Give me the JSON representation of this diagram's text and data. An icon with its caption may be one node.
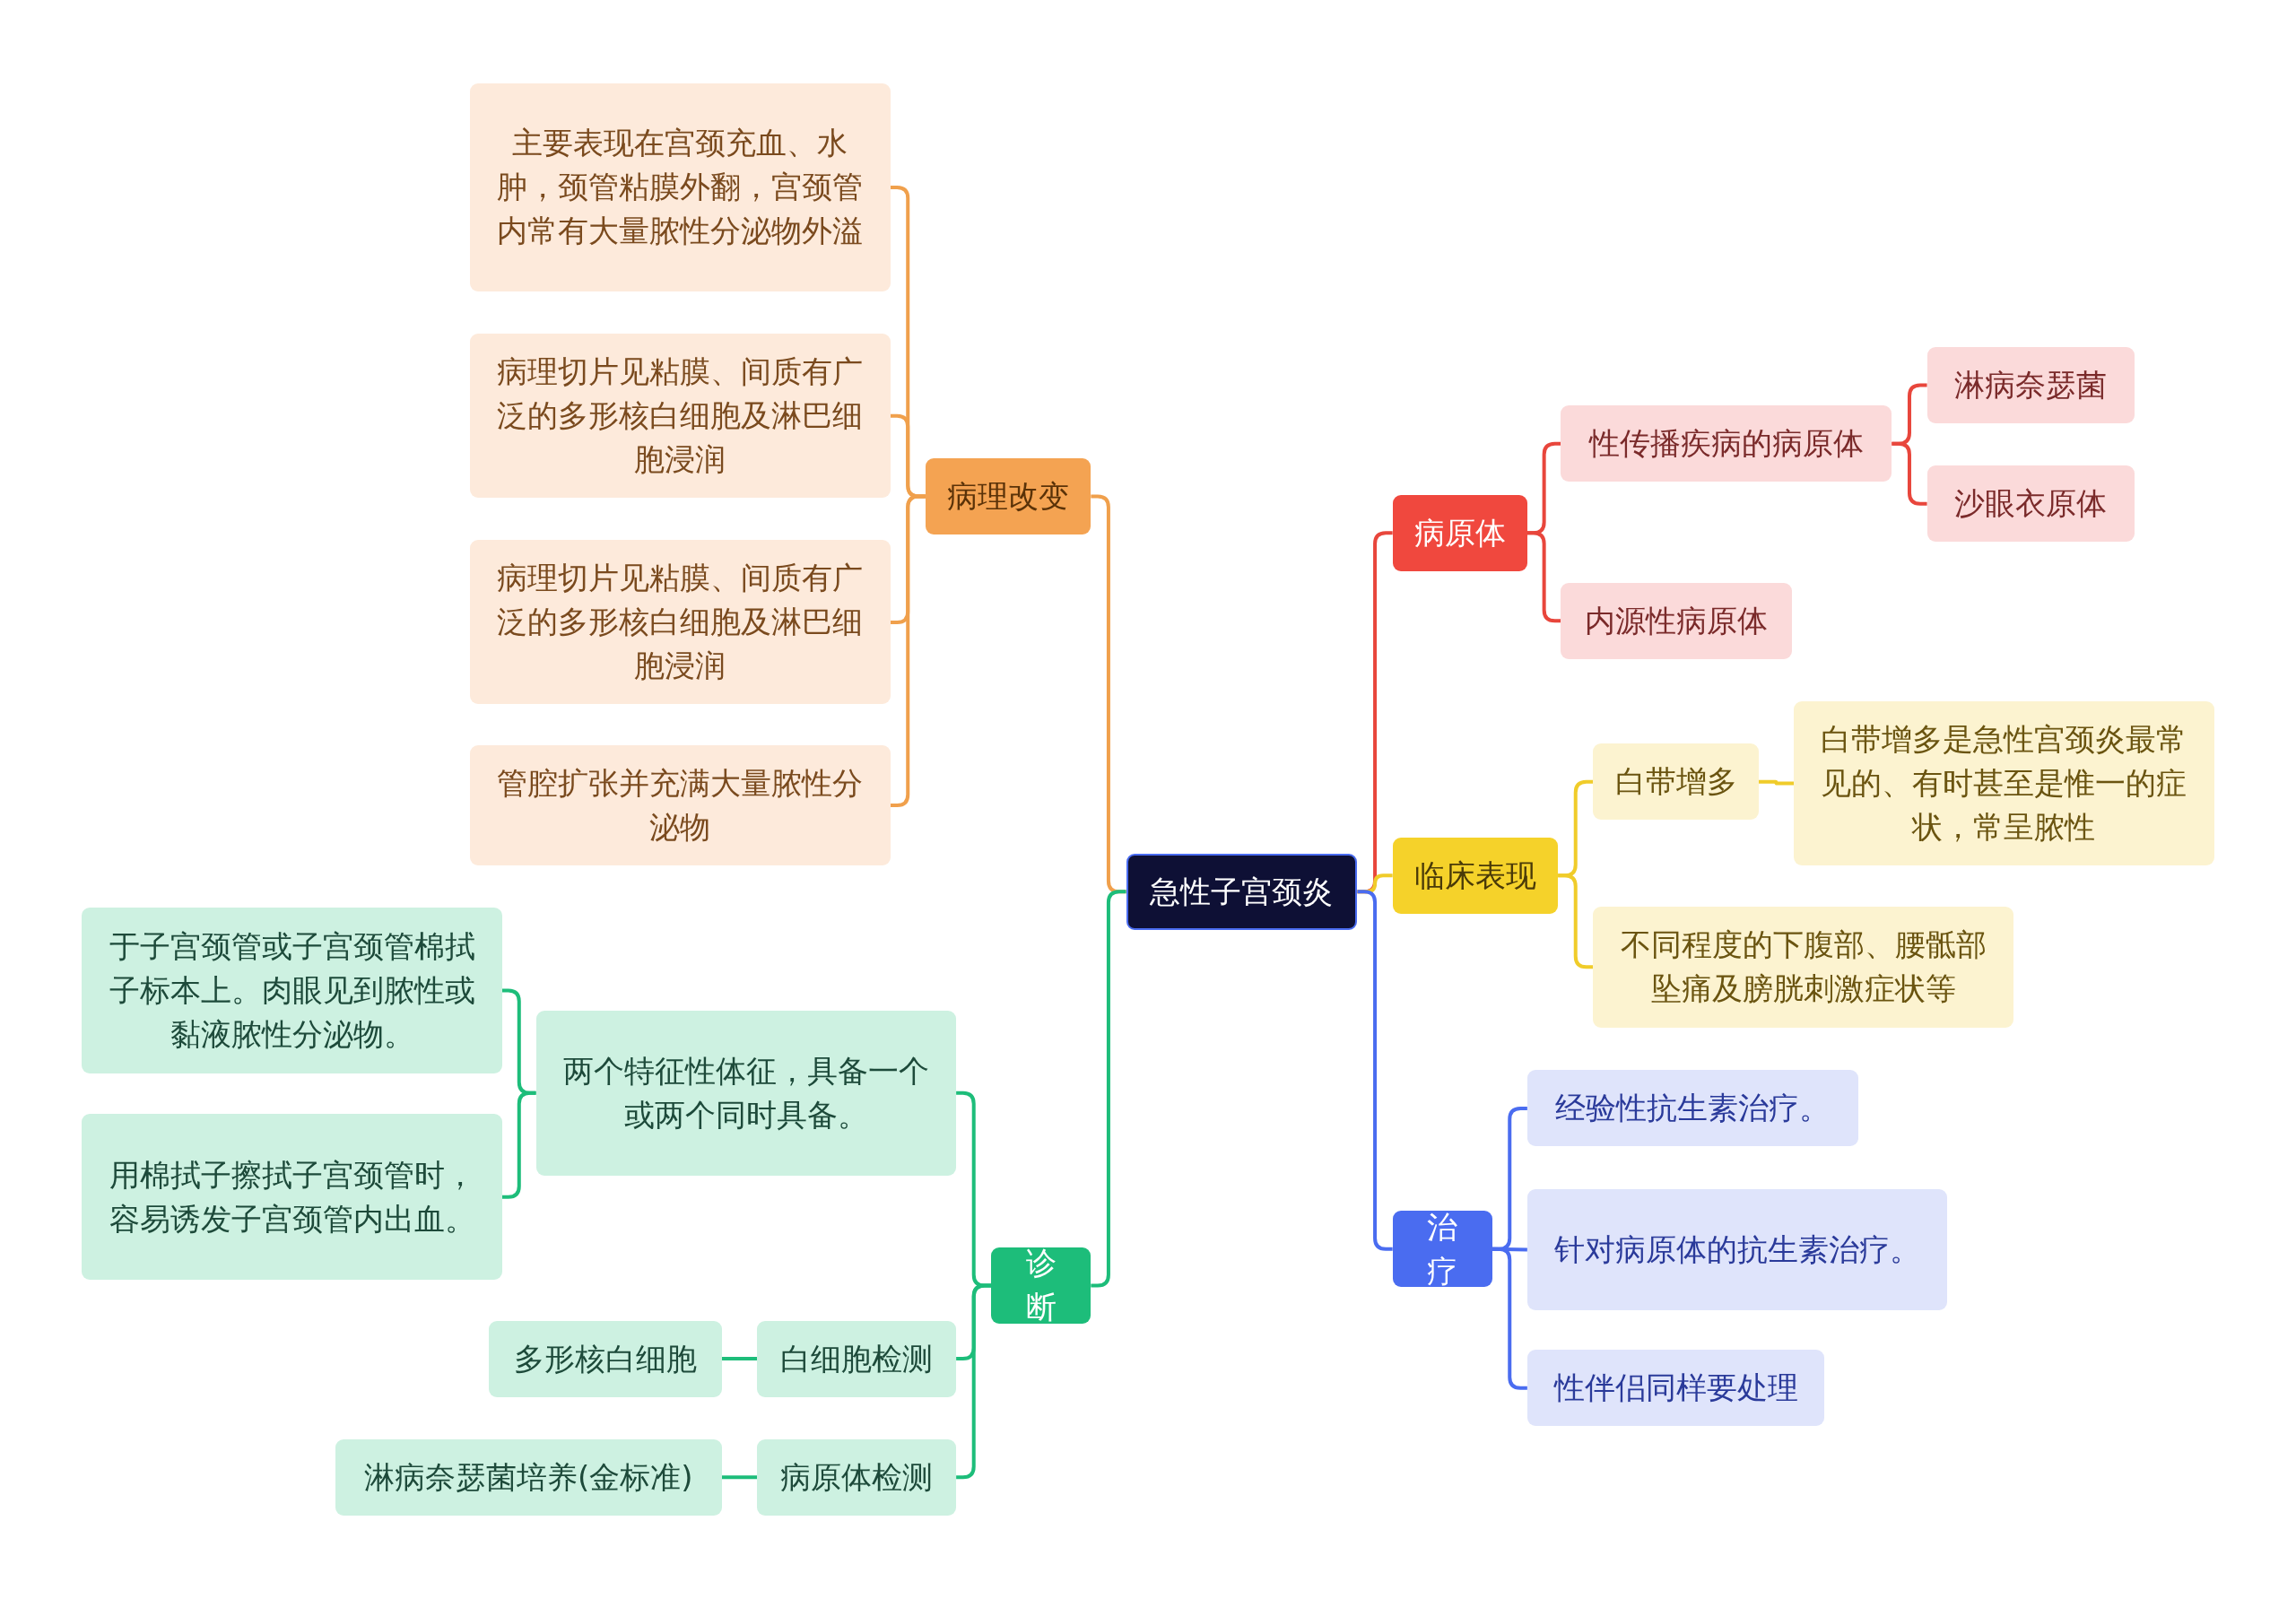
{
  "diagram": {
    "nodes": [
      {
        "text": [
          "急性子宫颈炎"
        ]
      },
      {
        "text": [
          "病理改变"
        ]
      },
      {
        "text": [
          "主要表现在宫颈充血、水肿，颈管粘膜外翻，宫颈管内常有大量脓性分泌物外溢"
        ]
      },
      {
        "text": [
          "病理切片见粘膜、间质有广泛的多形核白细胞及淋巴细胞浸润"
        ]
      },
      {
        "text": [
          "病理切片见粘膜、间质有广泛的多形核白细胞及淋巴细胞浸润"
        ]
      },
      {
        "text": [
          "管腔扩张并充满大量脓性分泌物"
        ]
      },
      {
        "text": [
          "诊断"
        ]
      },
      {
        "text": [
          "两个特征性体征，具备一个或两个同时具备。"
        ]
      },
      {
        "text": [
          "于子宫颈管或子宫颈管棉拭子标本上。肉眼见到脓性或黏液脓性分泌物。"
        ]
      },
      {
        "text": [
          "用棉拭子擦拭子宫颈管时，容易诱发子宫颈管内出血。"
        ]
      },
      {
        "text": [
          "白细胞检测"
        ]
      },
      {
        "text": [
          "多形核白细胞"
        ]
      },
      {
        "text": [
          "病原体检测"
        ]
      },
      {
        "text": [
          "淋病奈瑟菌培养(金标准)"
        ]
      },
      {
        "text": [
          "病原体"
        ]
      },
      {
        "text": [
          "性传播疾病的病原体"
        ]
      },
      {
        "text": [
          "淋病奈瑟菌"
        ]
      },
      {
        "text": [
          "沙眼衣原体"
        ]
      },
      {
        "text": [
          "内源性病原体"
        ]
      },
      {
        "text": [
          "临床表现"
        ]
      },
      {
        "text": [
          "白带增多"
        ]
      },
      {
        "text": [
          "白带增多是急性宫颈炎最常见的、有时甚至是惟一的症状，常呈脓性"
        ]
      },
      {
        "text": [
          "不同程度的下腹部、腰骶部坠痛及膀胱刺激症状等"
        ]
      },
      {
        "text": [
          "治疗"
        ]
      },
      {
        "text": [
          "经验性抗生素治疗。"
        ]
      },
      {
        "text": [
          "针对病原体的抗生素治疗。"
        ]
      },
      {
        "text": [
          "性伴侣同样要处理"
        ]
      }
    ],
    "edges": [
      {
        "from": 0,
        "to": 1,
        "arrow": "none",
        "color": "#f0a04c"
      },
      {
        "from": 1,
        "to": 2,
        "arrow": "none",
        "color": "#f0a04c"
      },
      {
        "from": 1,
        "to": 3,
        "arrow": "none",
        "color": "#f0a04c"
      },
      {
        "from": 1,
        "to": 4,
        "arrow": "none",
        "color": "#f0a04c"
      },
      {
        "from": 1,
        "to": 5,
        "arrow": "none",
        "color": "#f0a04c"
      },
      {
        "from": 0,
        "to": 6,
        "arrow": "none",
        "color": "#1dbd7a"
      },
      {
        "from": 6,
        "to": 7,
        "arrow": "none",
        "color": "#1dbd7a"
      },
      {
        "from": 7,
        "to": 8,
        "arrow": "none",
        "color": "#1dbd7a"
      },
      {
        "from": 7,
        "to": 9,
        "arrow": "none",
        "color": "#1dbd7a"
      },
      {
        "from": 6,
        "to": 10,
        "arrow": "none",
        "color": "#1dbd7a"
      },
      {
        "from": 10,
        "to": 11,
        "arrow": "none",
        "color": "#1dbd7a"
      },
      {
        "from": 6,
        "to": 12,
        "arrow": "none",
        "color": "#1dbd7a"
      },
      {
        "from": 12,
        "to": 13,
        "arrow": "none",
        "color": "#1dbd7a"
      },
      {
        "from": 0,
        "to": 14,
        "arrow": "none",
        "color": "#e8463c"
      },
      {
        "from": 14,
        "to": 15,
        "arrow": "none",
        "color": "#e8463c"
      },
      {
        "from": 15,
        "to": 16,
        "arrow": "none",
        "color": "#e8463c"
      },
      {
        "from": 15,
        "to": 17,
        "arrow": "none",
        "color": "#e8463c"
      },
      {
        "from": 14,
        "to": 18,
        "arrow": "none",
        "color": "#e8463c"
      },
      {
        "from": 0,
        "to": 19,
        "arrow": "none",
        "color": "#f0cc2a"
      },
      {
        "from": 19,
        "to": 20,
        "arrow": "none",
        "color": "#f0cc2a"
      },
      {
        "from": 20,
        "to": 21,
        "arrow": "none",
        "color": "#f0cc2a"
      },
      {
        "from": 19,
        "to": 22,
        "arrow": "none",
        "color": "#f0cc2a"
      },
      {
        "from": 0,
        "to": 23,
        "arrow": "none",
        "color": "#4a6cf0"
      },
      {
        "from": 23,
        "to": 24,
        "arrow": "none",
        "color": "#4a6cf0"
      },
      {
        "from": 23,
        "to": 25,
        "arrow": "none",
        "color": "#4a6cf0"
      },
      {
        "from": 23,
        "to": 26,
        "arrow": "none",
        "color": "#4a6cf0"
      }
    ]
  }
}
